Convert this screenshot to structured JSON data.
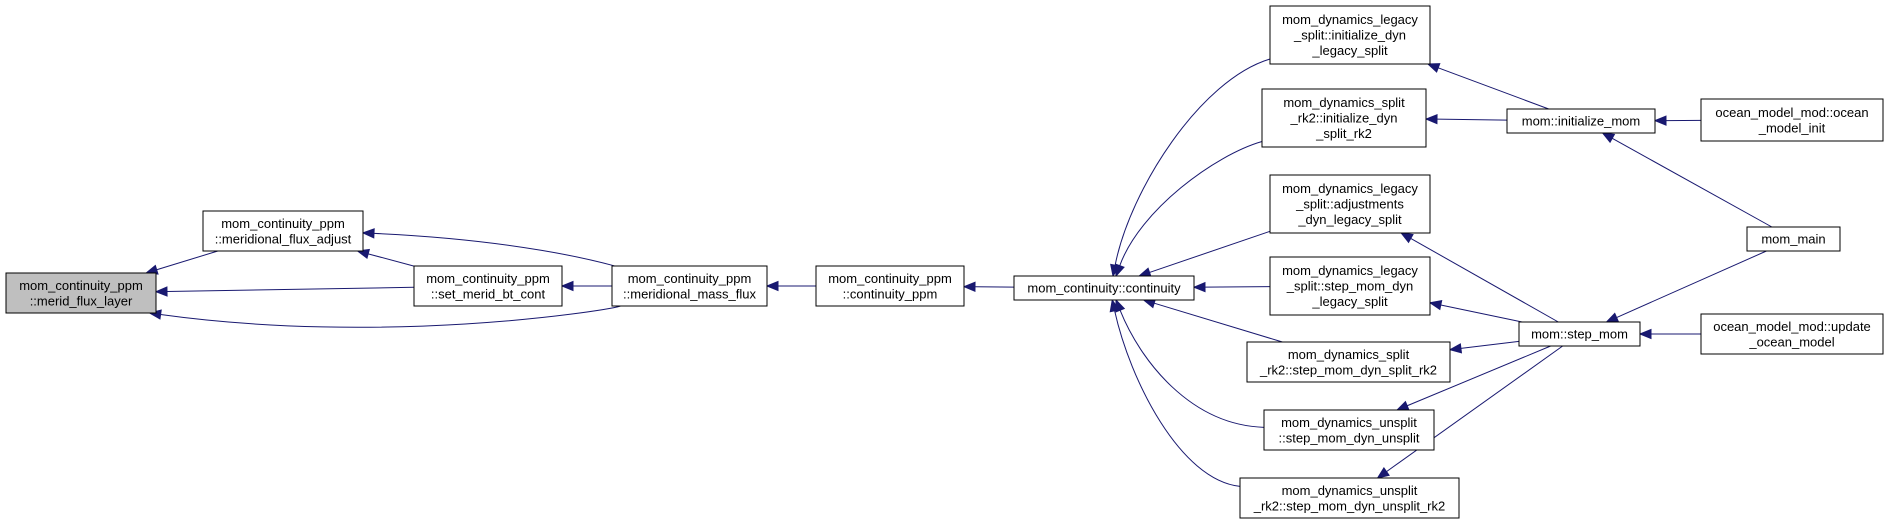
{
  "colors": {
    "edge": "#191970",
    "current_node_fill": "#bfbfbf",
    "node_border": "#000000"
  },
  "nodes": {
    "merid_flux_layer": {
      "lines": [
        "mom_continuity_ppm",
        "::merid_flux_layer"
      ],
      "current": true
    },
    "meridional_flux_adjust": {
      "lines": [
        "mom_continuity_ppm",
        "::meridional_flux_adjust"
      ]
    },
    "set_merid_bt_cont": {
      "lines": [
        "mom_continuity_ppm",
        "::set_merid_bt_cont"
      ]
    },
    "meridional_mass_flux": {
      "lines": [
        "mom_continuity_ppm",
        "::meridional_mass_flux"
      ]
    },
    "continuity_ppm": {
      "lines": [
        "mom_continuity_ppm",
        "::continuity_ppm"
      ]
    },
    "continuity": {
      "lines": [
        "mom_continuity::continuity"
      ]
    },
    "initialize_dyn_legacy_split": {
      "lines": [
        "mom_dynamics_legacy",
        "_split::initialize_dyn",
        "_legacy_split"
      ]
    },
    "initialize_dyn_split_rk2": {
      "lines": [
        "mom_dynamics_split",
        "_rk2::initialize_dyn",
        "_split_rk2"
      ]
    },
    "adjustments_dyn_legacy_split": {
      "lines": [
        "mom_dynamics_legacy",
        "_split::adjustments",
        "_dyn_legacy_split"
      ]
    },
    "step_mom_dyn_legacy_split": {
      "lines": [
        "mom_dynamics_legacy",
        "_split::step_mom_dyn",
        "_legacy_split"
      ]
    },
    "step_mom_dyn_split_rk2": {
      "lines": [
        "mom_dynamics_split",
        "_rk2::step_mom_dyn_split_rk2"
      ]
    },
    "step_mom_dyn_unsplit": {
      "lines": [
        "mom_dynamics_unsplit",
        "::step_mom_dyn_unsplit"
      ]
    },
    "step_mom_dyn_unsplit_rk2": {
      "lines": [
        "mom_dynamics_unsplit",
        "_rk2::step_mom_dyn_unsplit_rk2"
      ]
    },
    "initialize_mom": {
      "lines": [
        "mom::initialize_mom"
      ]
    },
    "step_mom": {
      "lines": [
        "mom::step_mom"
      ]
    },
    "ocean_model_init": {
      "lines": [
        "ocean_model_mod::ocean",
        "_model_init"
      ]
    },
    "mom_main": {
      "lines": [
        "mom_main"
      ]
    },
    "update_ocean_model": {
      "lines": [
        "ocean_model_mod::update",
        "_ocean_model"
      ]
    }
  },
  "edges": [
    {
      "from": "meridional_flux_adjust",
      "to": "merid_flux_layer"
    },
    {
      "from": "set_merid_bt_cont",
      "to": "merid_flux_layer"
    },
    {
      "from": "meridional_mass_flux",
      "to": "merid_flux_layer"
    },
    {
      "from": "set_merid_bt_cont",
      "to": "meridional_flux_adjust"
    },
    {
      "from": "meridional_mass_flux",
      "to": "meridional_flux_adjust"
    },
    {
      "from": "meridional_mass_flux",
      "to": "set_merid_bt_cont"
    },
    {
      "from": "continuity_ppm",
      "to": "meridional_mass_flux"
    },
    {
      "from": "continuity",
      "to": "continuity_ppm"
    },
    {
      "from": "initialize_dyn_legacy_split",
      "to": "continuity"
    },
    {
      "from": "initialize_dyn_split_rk2",
      "to": "continuity"
    },
    {
      "from": "adjustments_dyn_legacy_split",
      "to": "continuity"
    },
    {
      "from": "step_mom_dyn_legacy_split",
      "to": "continuity"
    },
    {
      "from": "step_mom_dyn_split_rk2",
      "to": "continuity"
    },
    {
      "from": "step_mom_dyn_unsplit",
      "to": "continuity"
    },
    {
      "from": "step_mom_dyn_unsplit_rk2",
      "to": "continuity"
    },
    {
      "from": "initialize_mom",
      "to": "initialize_dyn_legacy_split"
    },
    {
      "from": "initialize_mom",
      "to": "initialize_dyn_split_rk2"
    },
    {
      "from": "step_mom",
      "to": "adjustments_dyn_legacy_split"
    },
    {
      "from": "step_mom",
      "to": "step_mom_dyn_legacy_split"
    },
    {
      "from": "step_mom",
      "to": "step_mom_dyn_split_rk2"
    },
    {
      "from": "step_mom",
      "to": "step_mom_dyn_unsplit"
    },
    {
      "from": "step_mom",
      "to": "step_mom_dyn_unsplit_rk2"
    },
    {
      "from": "ocean_model_init",
      "to": "initialize_mom"
    },
    {
      "from": "mom_main",
      "to": "initialize_mom"
    },
    {
      "from": "mom_main",
      "to": "step_mom"
    },
    {
      "from": "update_ocean_model",
      "to": "step_mom"
    }
  ]
}
